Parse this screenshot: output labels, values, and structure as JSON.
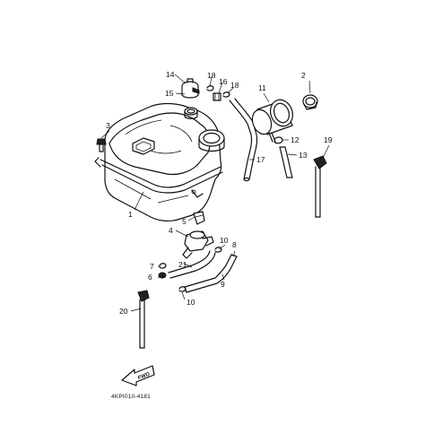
{
  "callouts": {
    "c1": "1",
    "c2": "2",
    "c3": "3",
    "c4": "4",
    "c5": "5",
    "c6": "6",
    "c7": "7",
    "c8": "8",
    "c9": "9",
    "c10a": "10",
    "c10b": "10",
    "c11": "11",
    "c12": "12",
    "c13": "13",
    "c14": "14",
    "c15": "15",
    "c16": "16",
    "c17": "17",
    "c18a": "18",
    "c18b": "18",
    "c19": "19",
    "c20": "20",
    "c21": "21"
  },
  "drawing_code": "4KPI010-4181",
  "fwd_label": "FWD"
}
